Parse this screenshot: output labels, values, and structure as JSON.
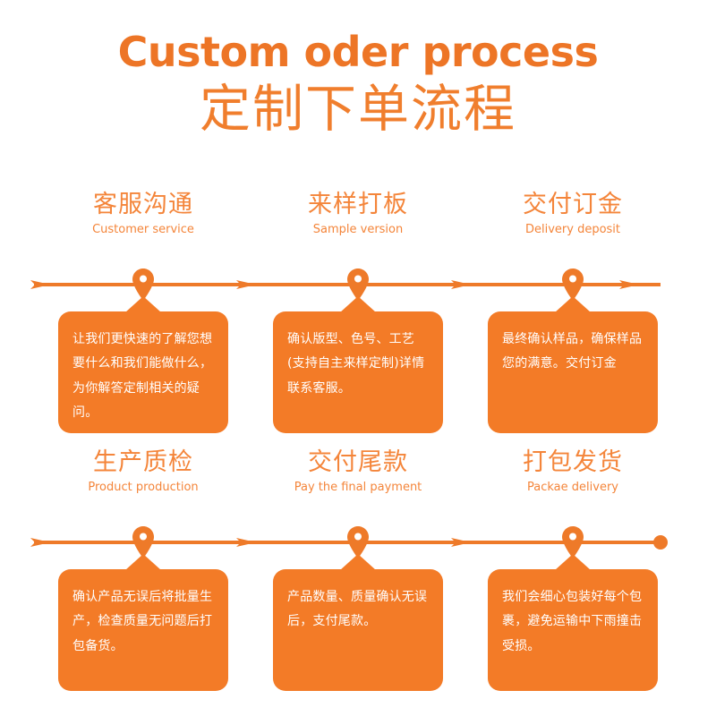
{
  "colors": {
    "accent": "#EE7724",
    "bubble": "#F37B27",
    "heading": "#F4853A",
    "line": "#EE7A29",
    "background": "#FFFFFF",
    "bubble_text": "#FFFFFF"
  },
  "title": {
    "english": "Custom oder process",
    "chinese": "定制下单流程"
  },
  "rows": [
    {
      "row_index": 1,
      "line_end_marker": "arrow",
      "steps": [
        {
          "heading_cn": "客服沟通",
          "heading_en": "Customer service",
          "marker": "map-pin-icon",
          "description": "让我们更快速的了解您想要什么和我们能做什么，为你解答定制相关的疑问。"
        },
        {
          "heading_cn": "来样打板",
          "heading_en": "Sample version",
          "marker": "map-pin-icon",
          "description": "确认版型、色号、工艺(支持自主来样定制)详情联系客服。"
        },
        {
          "heading_cn": "交付订金",
          "heading_en": "Delivery deposit",
          "marker": "map-pin-icon",
          "description": "最终确认样品，确保样品您的满意。交付订金"
        }
      ]
    },
    {
      "row_index": 2,
      "line_end_marker": "dot",
      "steps": [
        {
          "heading_cn": "生产质检",
          "heading_en": "Product production",
          "marker": "map-pin-icon",
          "description": "确认产品无误后将批量生产，检查质量无问题后打包备货。"
        },
        {
          "heading_cn": "交付尾款",
          "heading_en": "Pay the final payment",
          "marker": "map-pin-icon",
          "description": "产品数量、质量确认无误后，支付尾款。"
        },
        {
          "heading_cn": "打包发货",
          "heading_en": "Packae delivery",
          "marker": "map-pin-icon",
          "description": "我们会细心包装好每个包裹，避免运输中下雨撞击受损。"
        }
      ]
    }
  ]
}
